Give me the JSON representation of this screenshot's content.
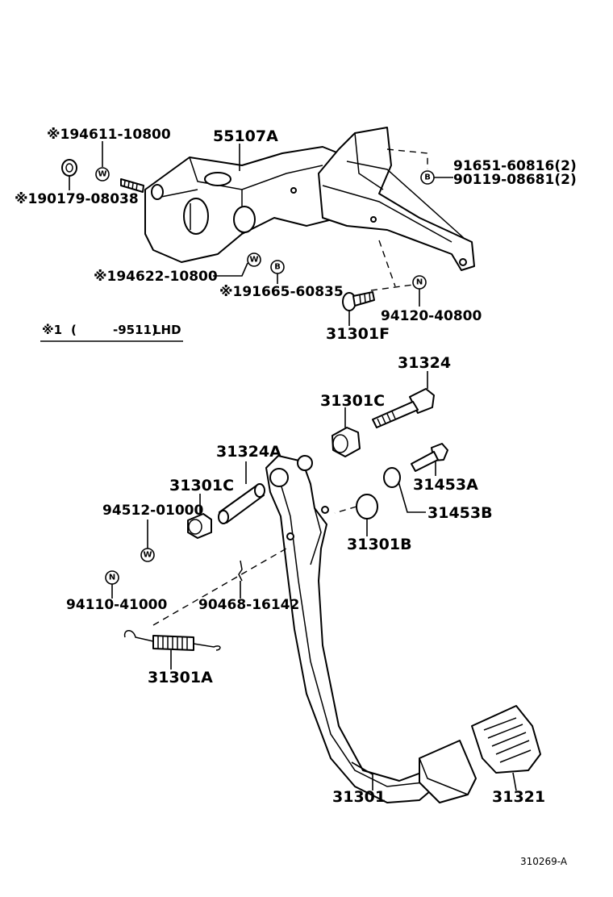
{
  "labels": {
    "l_55107A": "55107A",
    "l_94611": "※194611-10800",
    "l_90179": "※190179-08038",
    "l_91651": "91651-60816(2)",
    "l_90119": "90119-08681(2)",
    "l_94622": "※194622-10800",
    "l_91665": "※191665-60835",
    "l_94120": "94120-40800",
    "l_31301F": "31301F",
    "l_31324": "31324",
    "l_31301C_top": "31301C",
    "l_31324A": "31324A",
    "l_31301C_mid": "31301C",
    "l_31453A": "31453A",
    "l_31453B": "31453B",
    "l_94512": "94512-01000",
    "l_31301B": "31301B",
    "l_94110": "94110-41000",
    "l_90468": "90468-16142",
    "l_31301A": "31301A",
    "l_31301": "31301",
    "l_31321": "31321",
    "ref": "310269-A"
  },
  "note": {
    "mark": "※1",
    "open": "(",
    "range": "-9511)",
    "lhd": "LHD"
  },
  "symbols": {
    "washer": "W",
    "bolt": "B",
    "nut": "N"
  },
  "icons": [
    "washer-icon",
    "bolt-icon",
    "nut-icon"
  ]
}
